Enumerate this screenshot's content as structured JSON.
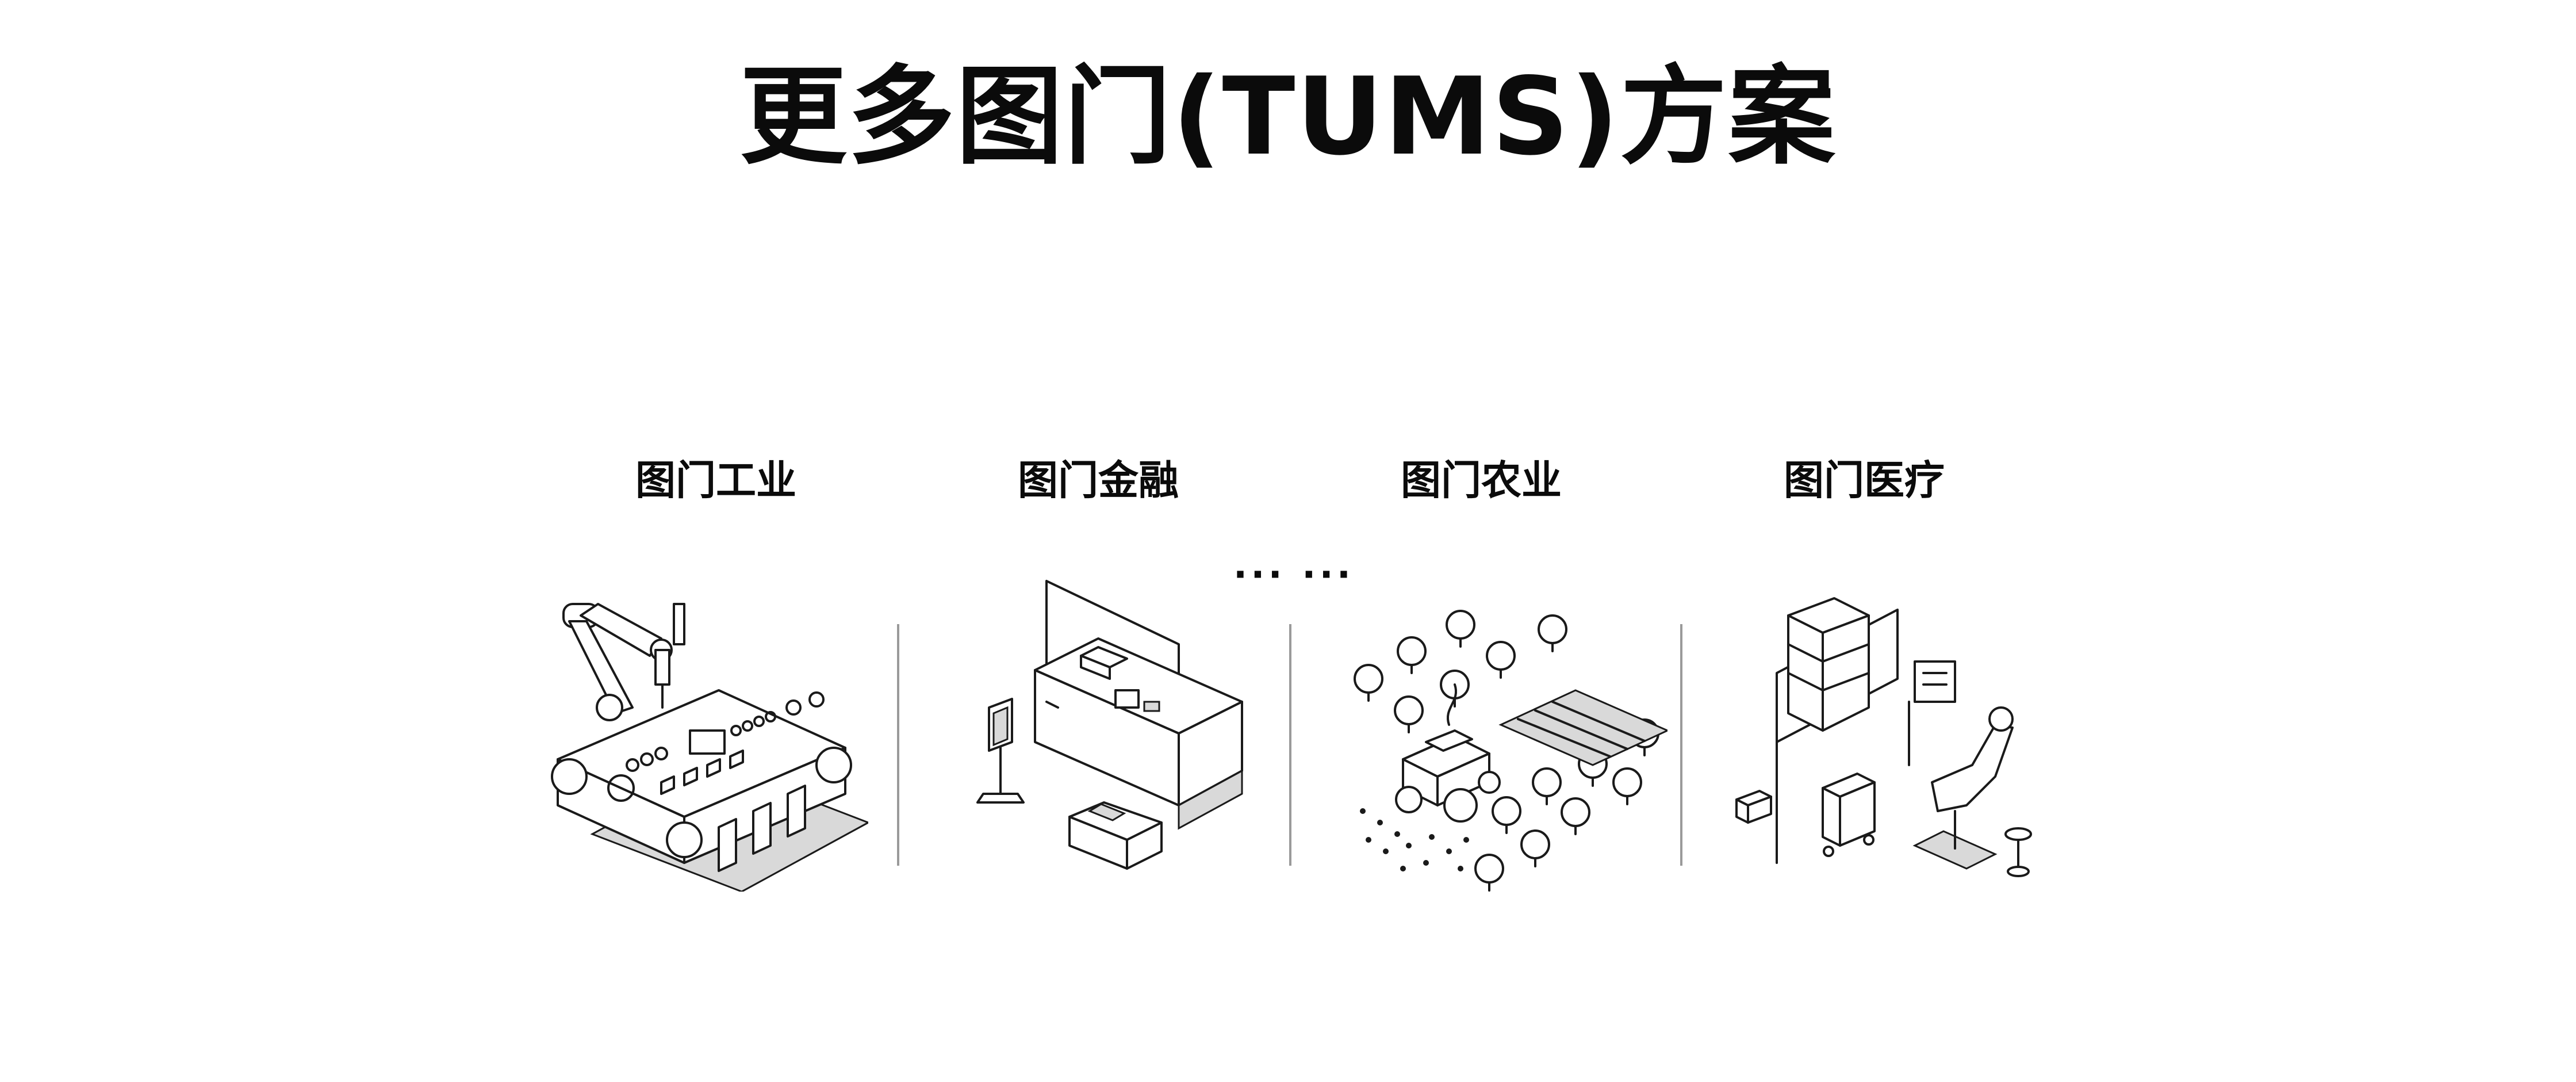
{
  "page": {
    "title": "更多图门(TUMS)方案"
  },
  "solutions": [
    {
      "label": "图门工业",
      "illustration": "industrial-robot-arm-conveyor"
    },
    {
      "label": "图门金融",
      "illustration": "bank-counter-kiosk"
    },
    {
      "label": "图门农业",
      "illustration": "tractor-trees-field"
    },
    {
      "label": "图门医疗",
      "illustration": "dental-chair-clinic"
    }
  ],
  "more_indicator": "··· ···",
  "colors": {
    "text": "#0b0b0b",
    "line": "#1a1a1a",
    "divider": "#9a9a9a",
    "background": "#ffffff"
  }
}
